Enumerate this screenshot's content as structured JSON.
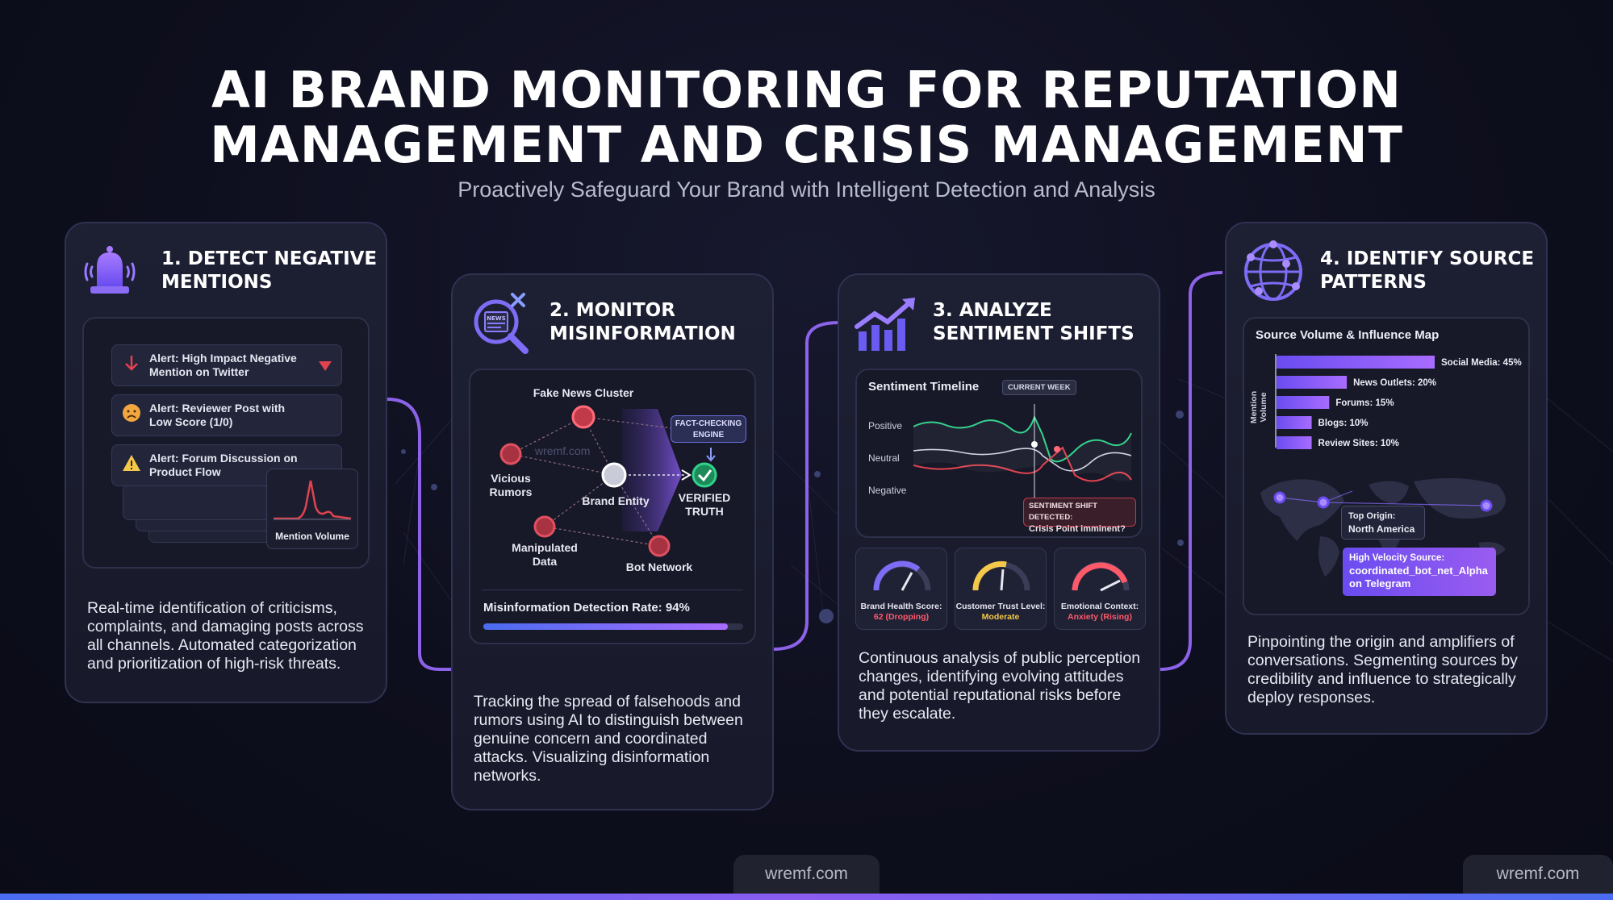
{
  "header": {
    "title_line1": "AI BRAND MONITORING FOR REPUTATION",
    "title_line2": "MANAGEMENT AND CRISIS MANAGEMENT",
    "subtitle": "Proactively Safeguard Your Brand with Intelligent Detection and Analysis"
  },
  "card1": {
    "title_line1": "1. DETECT NEGATIVE",
    "title_line2": "MENTIONS",
    "alerts": [
      {
        "line1": "Alert: High Impact Negative",
        "line2": "Mention on Twitter"
      },
      {
        "line1": "Alert: Reviewer Post with",
        "line2": "Low Score (1/0)"
      },
      {
        "line1": "Alert: Forum Discussion on",
        "line2": "Product Flow"
      }
    ],
    "mention_volume": "Mention Volume",
    "desc": [
      "Real-time identification of criticisms,",
      "complaints, and damaging posts across",
      "all channels. Automated categorization",
      "and prioritization of high-risk threats."
    ]
  },
  "card2": {
    "title_line1": "2. MONITOR",
    "title_line2": "MISINFORMATION",
    "icon_text": "NEWS",
    "nodes": {
      "fake_news": "Fake News Cluster",
      "vicious_1": "Vicious",
      "vicious_2": "Rumors",
      "brand": "Brand Entity",
      "manip_1": "Manipulated",
      "manip_2": "Data",
      "bot": "Bot Network",
      "verified_1": "VERIFIED",
      "verified_2": "TRUTH",
      "engine_1": "FACT-CHECKING",
      "engine_2": "ENGINE",
      "watermark": "wremf.com"
    },
    "rate_label": "Misinformation Detection Rate: 94%",
    "rate_value": 94,
    "desc": [
      "Tracking the spread of falsehoods and",
      "rumors using AI to distinguish between",
      "genuine concern and coordinated",
      "attacks. Visualizing disinformation",
      "networks."
    ]
  },
  "card3": {
    "title_line1": "3. ANALYZE",
    "title_line2": "SENTIMENT SHIFTS",
    "timeline_title": "Sentiment Timeline",
    "current_week": "CURRENT WEEK",
    "levels": [
      "Positive",
      "Neutral",
      "Negative"
    ],
    "shift_1": "SENTIMENT SHIFT DETECTED:",
    "shift_2": "Crisis Point imminent?",
    "gauges": [
      {
        "label": "Brand Health Score:",
        "value": "62 (Dropping)",
        "color": "#ff5a6a",
        "level": 0.62
      },
      {
        "label": "Customer Trust Level:",
        "value": "Moderate",
        "color": "#f4c84a",
        "level": 0.5
      },
      {
        "label": "Emotional Context:",
        "value": "Anxiety (Rising)",
        "color": "#ff5a6a",
        "level": 0.8
      }
    ],
    "desc": [
      "Continuous analysis of public perception",
      "changes, identifying evolving attitudes",
      "and potential reputational risks before",
      "they escalate."
    ]
  },
  "card4": {
    "title_line1": "4. IDENTIFY SOURCE",
    "title_line2": "PATTERNS",
    "map_title": "Source Volume & Influence Map",
    "y_axis": "Mention Volume",
    "top_origin_1": "Top Origin:",
    "top_origin_2": "North America",
    "velocity_1": "High Velocity Source:",
    "velocity_2": "coordinated_bot_net_Alpha",
    "velocity_3": "on Telegram",
    "desc": [
      "Pinpointing the origin and amplifiers of",
      "conversations. Segmenting sources by",
      "credibility and influence to strategically",
      "deploy responses."
    ]
  },
  "chart_data": {
    "type": "bar",
    "title": "Source Volume & Influence Map",
    "ylabel": "Mention Volume",
    "categories": [
      "Social Media",
      "News Outlets",
      "Forums",
      "Blogs",
      "Review Sites"
    ],
    "values": [
      45,
      20,
      15,
      10,
      10
    ],
    "labels": [
      "Social Media: 45%",
      "News Outlets: 20%",
      "Forums: 15%",
      "Blogs: 10%",
      "Review Sites: 10%"
    ]
  },
  "footer": {
    "left": "wremf.com",
    "right": "wremf.com"
  },
  "colors": {
    "accent": "#8a5cf0",
    "blue": "#4a6cf0",
    "red": "#e0434f",
    "green": "#2fd38a"
  }
}
